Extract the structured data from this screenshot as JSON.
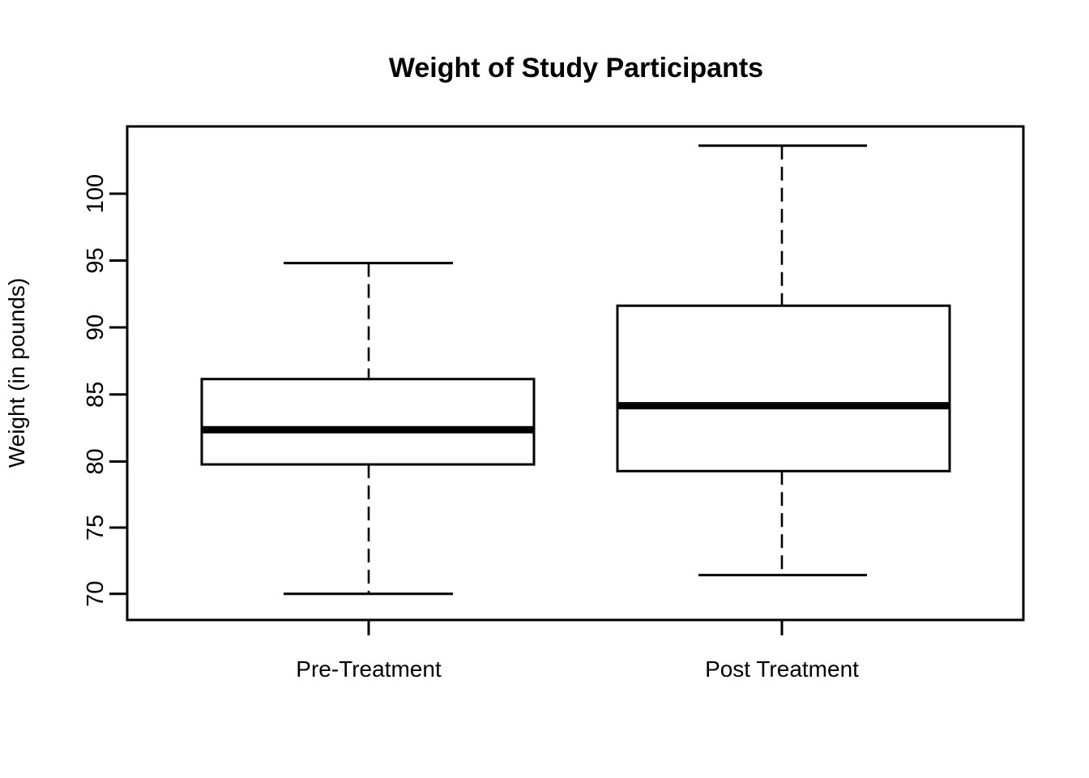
{
  "chart_data": {
    "type": "box",
    "title": "Weight of Study Participants",
    "xlabel": "",
    "ylabel": "Weight (in pounds)",
    "categories": [
      "Pre-Treatment",
      "Post Treatment"
    ],
    "ylim": [
      69.2,
      104.2
    ],
    "yticks": [
      70,
      75,
      80,
      85,
      90,
      95,
      100
    ],
    "ytick_labels": [
      "70",
      "75",
      "80",
      "85",
      "90",
      "95",
      "100"
    ],
    "grid": false,
    "legend": null,
    "box_fill": "#ffffff",
    "line_color": "#000000",
    "background": "#ffffff",
    "boxes": [
      {
        "name": "Pre-Treatment",
        "whisker_low": 70.0,
        "q1": 79.7,
        "median": 82.3,
        "q3": 86.1,
        "whisker_high": 94.8,
        "outliers": []
      },
      {
        "name": "Post Treatment",
        "whisker_low": 71.4,
        "q1": 79.2,
        "median": 84.1,
        "q3": 91.6,
        "whisker_high": 103.6,
        "outliers": []
      }
    ]
  },
  "title": {
    "text": "Weight of Study Participants"
  },
  "axes": {
    "y_title": "Weight (in pounds)",
    "y_ticks": [
      "100",
      "95",
      "90",
      "85",
      "80",
      "75",
      "70"
    ],
    "x_labels": [
      "Pre-Treatment",
      "Post Treatment"
    ]
  }
}
